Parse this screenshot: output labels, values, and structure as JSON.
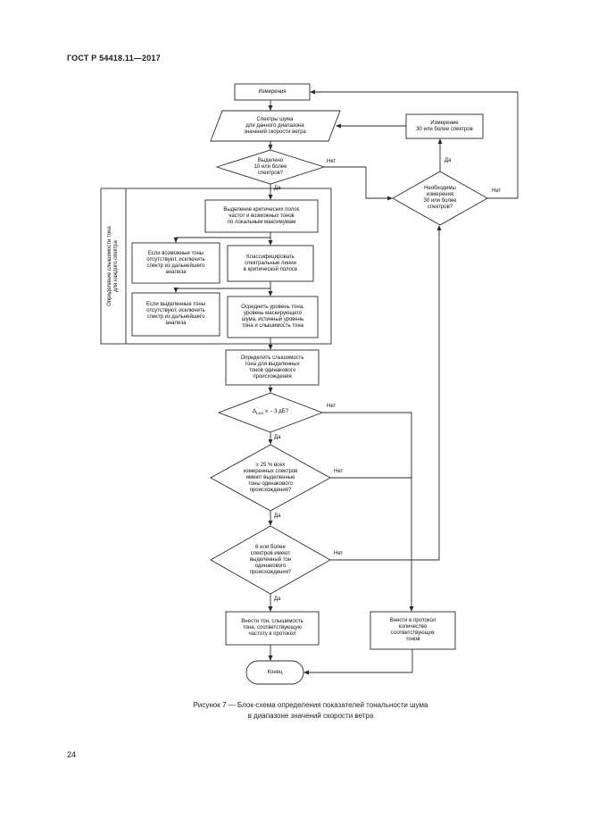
{
  "page": {
    "header": "ГОСТ Р 54418.11—2017",
    "page_number": "24",
    "caption": {
      "line1": "Рисунок 7 — Блок-схема определения показателей тональности шума",
      "line2": "в диапазоне значений скорости ветра"
    }
  },
  "labels": {
    "yes": "Да",
    "no": "Нет"
  },
  "flowchart": {
    "start": "Измерения",
    "input_spectra": "Спектры шума\nдля данного диапазона\nзначений скорости ветра",
    "decision_10_spectra": "Выделено\n10 или более\nспектров?",
    "measure_30": "Измерение\n30 или более спектров",
    "decision_need_30": "Необходимы\nизмерения\n30 или более\nспектров?",
    "group_label": "Определение слышимости тона\nдля каждого спектра",
    "identify_bands": "Выделение критических полос\nчастот и возможных тонов\nпо локальным максимумам",
    "discard_no_possible": "Если возможные тоны\nотсутствуют, исключить\nспектр из дальнейшего\nанализа",
    "classify_lines": "Классифицировать\nспектральные линии\nв критической полосе",
    "discard_no_identified": "Если выделенные тоны\nотсутствуют, исключить\nспектр из дальнейшего\nанализа",
    "average_levels": "Осреднить уровень тона,\nуровень маскирующего\nшума, истинный уровень\nтона и слышимость тона",
    "tonal_audibility": "Определить слышимость\nтона для выделенных\nтонов одинакового\nпроисхождения",
    "decision_delta": {
      "sym": "Δ",
      "sub": "La,k",
      "rest": " ≥ − 3 дБ?"
    },
    "decision_25_percent": "≥ 25 % всех\nизмеренных спектров\nимеют выделенные\nтоны одинакового\nпроисхождения?",
    "decision_6_spectra": "6 или более\nспектров имеют\nвыделенный тон\nодинакового\nпроисхождения?",
    "report_tone": "Внести тон, слышимость\nтона, соответствующую\nчастоту в протокол",
    "report_count": "Внести в протокол\nколичество\nсоответствующих\nтонов",
    "end": "Конец"
  }
}
